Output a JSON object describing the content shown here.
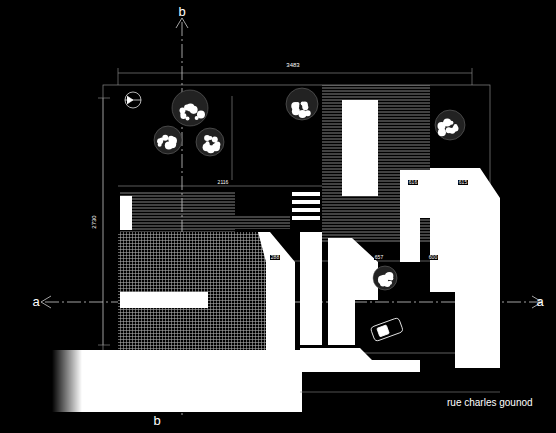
{
  "diagram": {
    "labels": [
      "b",
      "b",
      "a",
      "a",
      "3483",
      "2730",
      "2116",
      "616",
      "615",
      "288",
      "657",
      "600",
      "rue charles gounod"
    ]
  }
}
